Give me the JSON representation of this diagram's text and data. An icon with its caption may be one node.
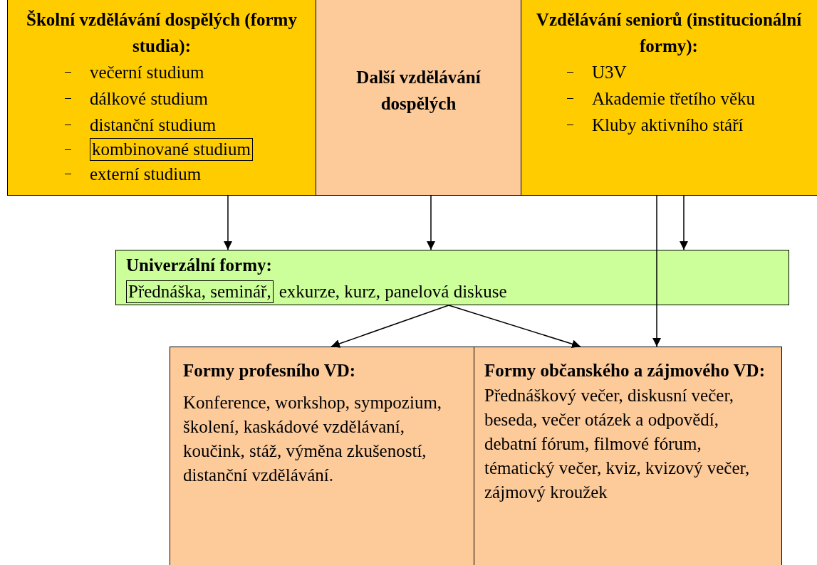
{
  "diagram": {
    "nodes": [
      {
        "text": [
          "Školní vzdělávání dospělých (formy studia):",
          "večerní studium",
          "dálkové studium",
          "distanční studium",
          "externí studium"
        ]
      },
      {
        "text": [
          "kombinované studium"
        ],
        "in": 0
      },
      {
        "text": [
          "Další vzdělávání dospělých"
        ]
      },
      {
        "text": [
          "Vzdělávání seniorů (institucionální formy):",
          "U3V",
          "Akademie třetího věku",
          "Kluby aktivního stáří"
        ]
      },
      {
        "text": [
          "Univerzální formy:",
          "exkurze, kurz, panelová diskuse"
        ]
      },
      {
        "text": [
          "Přednáška, seminář,"
        ],
        "in": 4
      },
      {
        "text": [
          "Formy profesního VD:",
          "Konference, workshop, sympozium, školení, kaskádové vzdělávaní, koučink, stáž, výměna zkušeností, distanční vzdělávání."
        ]
      },
      {
        "text": [
          "Formy občanského a zájmového VD:",
          "Přednáškový večer, diskusní večer, beseda, večer otázek a odpovědí, debatní fórum, filmové fórum, tématický večer, kviz, kvizový večer, zájmový kroužek"
        ]
      }
    ],
    "edges": [
      {
        "from": 0,
        "to": 4,
        "arrow": "to"
      },
      {
        "from": 2,
        "to": 4,
        "arrow": "to"
      },
      {
        "from": 3,
        "to": 4,
        "arrow": "to"
      },
      {
        "from": 3,
        "to": 7,
        "arrow": "to"
      },
      {
        "from": 4,
        "to": 6,
        "arrow": "to"
      },
      {
        "from": 4,
        "to": 7,
        "arrow": "to"
      }
    ]
  }
}
